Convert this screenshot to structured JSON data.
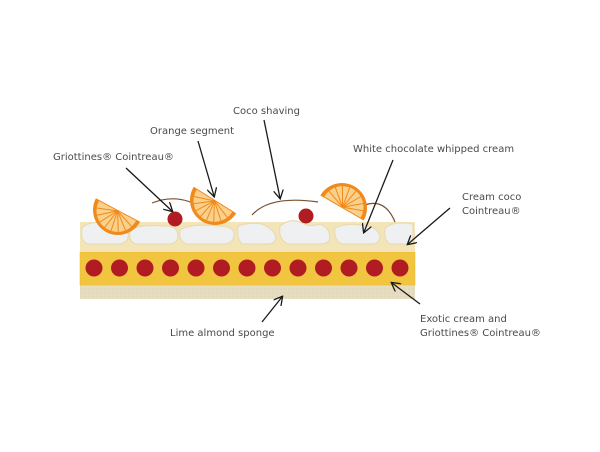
{
  "labels": {
    "griottines": "Griottines® Cointreau®",
    "orange": "Orange segment",
    "coco_shaving": "Coco shaving",
    "whipped_cream": "White chocolate whipped cream",
    "cream_coco_1": "Cream coco",
    "cream_coco_2": "Cointreau®",
    "exotic_1": "Exotic cream and",
    "exotic_2": "Griottines® Cointreau®",
    "sponge": "Lime almond sponge"
  },
  "colors": {
    "sponge": "#e6dcc0",
    "exotic_cream": "#f2c540",
    "cherry": "#b01c22",
    "cream_coco": "#f3e5b8",
    "whipped_cream": "#eef0f2",
    "orange": "#f08a1c",
    "coco_shaving": "#7a5030"
  }
}
